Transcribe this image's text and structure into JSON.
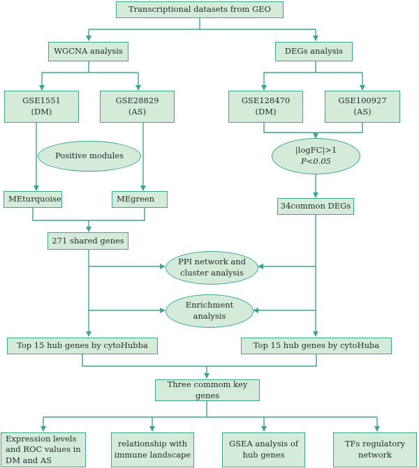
{
  "nodes": {
    "top": "Transcriptional datasets from GEO",
    "wgcna": "WGCNA analysis",
    "degs": "DEGs analysis",
    "gse1551": [
      "GSE1551",
      "(DM)"
    ],
    "gse28829": [
      "GSE28829",
      "(AS)"
    ],
    "gse128470": [
      "GSE128470",
      "(DM)"
    ],
    "gse100927": [
      "GSE100927",
      "(AS)"
    ],
    "positive_modules": "Positive modules",
    "threshold": [
      "|logFC|>1",
      "P<0.05"
    ],
    "meturquoise": "MEturquoise",
    "megreen": "MEgreen",
    "common_degs": "34common DEGs",
    "shared_genes": "271 shared genes",
    "ppi": [
      "PPI network and",
      "cluster analysis"
    ],
    "enrichment": [
      "Enrichment",
      "analysis"
    ],
    "top15_left": "Top 15 hub genes by cytoHubba",
    "top15_right": "Top 15 hub genes by cytoHuba",
    "three_key": "Three commom key genes",
    "expression": [
      "Expression levels",
      "and ROC values in",
      "DM and AS"
    ],
    "immune": [
      "relationship with",
      "immune landscape"
    ],
    "gsea": [
      "GSEA analysis of",
      "hub genes"
    ],
    "tfs": [
      "TFs regulatory",
      "network"
    ]
  },
  "colors": {
    "node_fill": "#d5ebd9",
    "node_border": "#3aa68f",
    "connector": "#3aa68f",
    "text": "#1f2a24"
  }
}
